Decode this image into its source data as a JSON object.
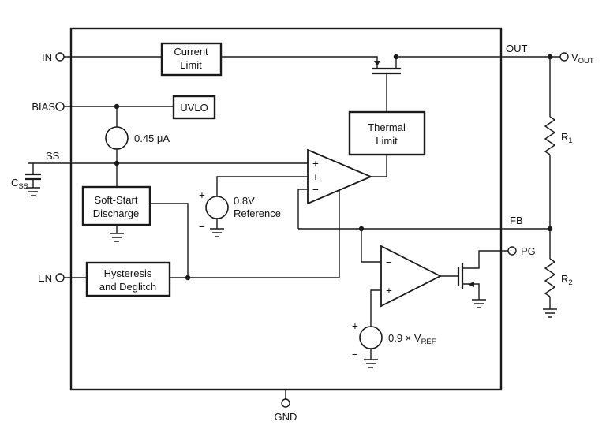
{
  "colors": {
    "line": "#1a1a1a",
    "bg": "#ffffff"
  },
  "pins": {
    "in": "IN",
    "bias": "BIAS",
    "ss": "SS",
    "en": "EN",
    "out": "OUT",
    "fb": "FB",
    "pg": "PG",
    "gnd": "GND"
  },
  "external": {
    "vout": {
      "base": "V",
      "sub": "OUT"
    },
    "r1": {
      "base": "R",
      "sub": "1"
    },
    "r2": {
      "base": "R",
      "sub": "2"
    },
    "css": {
      "base": "C",
      "sub": "SS"
    }
  },
  "blocks": {
    "current_limit": {
      "line1": "Current",
      "line2": "Limit"
    },
    "uvlo": {
      "label": "UVLO"
    },
    "thermal_limit": {
      "line1": "Thermal",
      "line2": "Limit"
    },
    "soft_start": {
      "line1": "Soft-Start",
      "line2": "Discharge"
    },
    "hysteresis": {
      "line1": "Hysteresis",
      "line2": "and Deglitch"
    }
  },
  "sources": {
    "ss_current": "0.45 μA",
    "ref_line1": "0.8V",
    "ref_line2": "Reference",
    "pg_ref": {
      "base": "0.9 × V",
      "sub": "REF"
    }
  },
  "signs": {
    "plus": "+",
    "minus": "−"
  }
}
